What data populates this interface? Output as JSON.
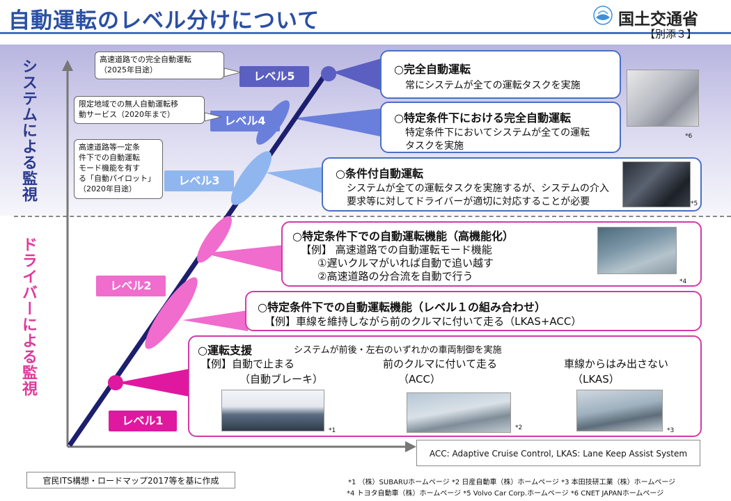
{
  "header": {
    "title": "自動運転のレベル分けについて",
    "ministry": "国土交通省",
    "annex": "【別添３】"
  },
  "axis_labels": {
    "system": "システムによる監視",
    "driver": "ドライバーによる監視"
  },
  "levels": [
    {
      "label": "レベル5",
      "color": "#5b5fc2"
    },
    {
      "label": "レベル4",
      "color": "#6a7fdc"
    },
    {
      "label": "レベル3",
      "color": "#8fb6ee"
    },
    {
      "label": "レベル2",
      "color": "#f06ccd"
    },
    {
      "label": "レベル1",
      "color": "#e0189f"
    }
  ],
  "callouts": {
    "level5": [
      "高速道路での完全自動運転",
      "（2025年目途）"
    ],
    "level4": [
      "限定地域での無人自動運転移",
      "動サービス（2020年まで）"
    ],
    "level3": [
      "高速道路等一定条",
      "件下での自動運転",
      "モード機能を有す",
      "る「自動パイロット」",
      "（2020年目途）"
    ]
  },
  "boxes": {
    "level5": {
      "heading": "○完全自動運転",
      "body": "常にシステムが全ての運転タスクを実施"
    },
    "level4": {
      "heading": "○特定条件下における完全自動運転",
      "body_lines": [
        "特定条件下においてシステムが全ての運転",
        "タスクを実施"
      ]
    },
    "level3": {
      "heading": "○条件付自動運転",
      "body_lines": [
        "システムが全ての運転タスクを実施するが、システムの介入",
        "要求等に対してドライバーが適切に対応することが必要"
      ]
    },
    "level2_high": {
      "heading": "○特定条件下での自動運転機能（高機能化）",
      "lines": [
        "【例】 高速道路での自動運転モード機能",
        "①遅いクルマがいれば自動で追い越す",
        "②高速道路の分合流を自動で行う"
      ]
    },
    "level2_combo": {
      "heading": "○特定条件下での自動運転機能（レベル１の組み合わせ）",
      "line": "【例】車線を維持しながら前のクルマに付いて走る（LKAS+ACC）"
    },
    "level1": {
      "heading": "○運転支援",
      "subheading": "システムが前後・左右のいずれかの車両制御を実施",
      "examples": [
        {
          "line1": "【例】自動で止まる",
          "line2": "（自動ブレーキ）"
        },
        {
          "line1": "前のクルマに付いて走る",
          "line2": "（ACC）"
        },
        {
          "line1": "車線からはみ出さない",
          "line2": "（LKAS）"
        }
      ]
    }
  },
  "photo_notes": [
    "*6",
    "*5",
    "*4",
    "*1",
    "*2",
    "*3"
  ],
  "footer": {
    "acc_note": "ACC: Adaptive Cruise Control,  LKAS: Lane Keep Assist System",
    "source": "官民ITS構想・ロードマップ2017等を基に作成",
    "refs_line1": "*1 （株）SUBARUホームページ  *2 日産自動車（株）ホームページ  *3 本田技研工業（株）ホームページ",
    "refs_line2": "*4 トヨタ自動車（株）ホームページ   *5 Volvo Car Corp.ホームページ  *6 CNET JAPANホームページ"
  }
}
